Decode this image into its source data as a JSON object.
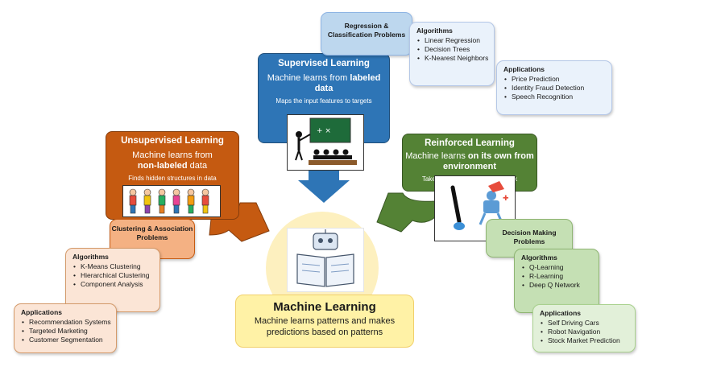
{
  "machine_learning": {
    "title": "Machine Learning",
    "description": "Machine learns patterns and makes predictions based on patterns"
  },
  "supervised": {
    "title": "Supervised Learning",
    "main_pre": "Machine learns from ",
    "main_bold": "labeled data",
    "sub": "Maps the input features to targets",
    "problems": "Regression & Classification Problems",
    "algorithms_heading": "Algorithms",
    "algorithms": [
      "Linear Regression",
      "Decision Trees",
      "K-Nearest Neighbors"
    ],
    "applications_heading": "Applications",
    "applications": [
      "Price Prediction",
      "Identity Fraud Detection",
      "Speech Recognition"
    ]
  },
  "unsupervised": {
    "title": "Unsupervised Learning",
    "main_pre": "Machine learns from ",
    "main_bold": "non-labeled",
    "main_post": " data",
    "sub": "Finds hidden structures in data",
    "problems": "Clustering & Association Problems",
    "algorithms_heading": "Algorithms",
    "algorithms": [
      "K-Means Clustering",
      "Hierarchical Clustering",
      "Component Analysis"
    ],
    "applications_heading": "Applications",
    "applications": [
      "Recommendation Systems",
      "Targeted Marketing",
      "Customer Segmentation"
    ]
  },
  "reinforced": {
    "title": "Reinforced Learning",
    "main_pre": "Machine learns ",
    "main_bold": "on its own from environment",
    "sub": "Takes actions based on feedback",
    "problems": "Decision Making Problems",
    "algorithms_heading": "Algorithms",
    "algorithms": [
      "Q-Learning",
      "R-Learning",
      "Deep Q Network"
    ],
    "applications_heading": "Applications",
    "applications": [
      "Self Driving Cars",
      "Robot Navigation",
      "Stock Market Prediction"
    ]
  },
  "colors": {
    "supervised": "#2e75b6",
    "unsupervised": "#c55a11",
    "reinforced": "#548235",
    "machine_learning": "#fff2a6"
  }
}
